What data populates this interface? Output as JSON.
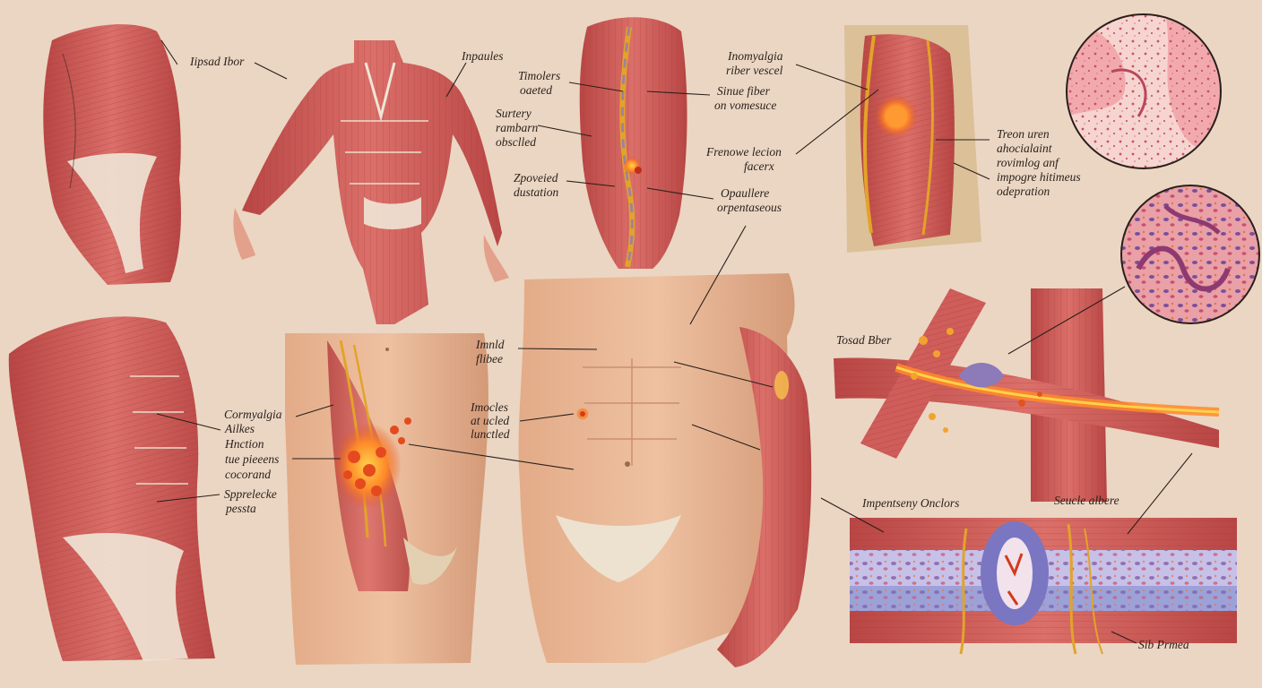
{
  "colors": {
    "background": "#ead6c3",
    "muscle": "#cf5d5a",
    "muscle_dark": "#a83b3b",
    "muscle_light": "#e89a90",
    "tendon": "#efe6d6",
    "skin": "#e9b796",
    "skin_shadow": "#c98d6c",
    "nerve": "#e3a328",
    "inflammation": "#e3531f",
    "vessel_purple": "#8c7bb8",
    "tissue_pink": "#f2a9ae",
    "tissue_dark": "#c75460",
    "label_ink": "#2a1f1a"
  },
  "labels": {
    "l01": {
      "lines": [
        "Iipsad Ibor"
      ]
    },
    "l02": {
      "lines": [
        "Inpaules"
      ]
    },
    "l03": {
      "lines": [
        "Timolers",
        "oaeted"
      ]
    },
    "l04": {
      "lines": [
        "Surtery",
        "rambarn",
        "obsclled"
      ]
    },
    "l05": {
      "lines": [
        "Zpoveied",
        "dustation"
      ]
    },
    "l06": {
      "lines": [
        "Sinue fiber",
        "on vomesuce"
      ]
    },
    "l07": {
      "lines": [
        "Inomyalgia",
        "riber vescel"
      ]
    },
    "l08": {
      "lines": [
        "Frenowe lecion",
        "facerx"
      ]
    },
    "l09": {
      "lines": [
        "Opaullere",
        "orpentaseous"
      ]
    },
    "l10": {
      "lines": [
        "Treon uren",
        "ahocialaint",
        "rovimlog anf",
        "impogre hitimeus",
        "odepration"
      ]
    },
    "l11": {
      "lines": [
        "Tosad Bber"
      ]
    },
    "l12": {
      "lines": [
        "Cormyalgia",
        "Ailkes",
        "Hnction",
        "tue pieeens",
        "cocorand"
      ]
    },
    "l13": {
      "lines": [
        "Spprelecke",
        "pessta"
      ]
    },
    "l14": {
      "lines": [
        "Imnld",
        "flibee"
      ]
    },
    "l15": {
      "lines": [
        "Imocles",
        "at ucled",
        "lunctled"
      ]
    },
    "l16": {
      "lines": [
        "Impentseny Onclors"
      ]
    },
    "l17": {
      "lines": [
        "Seucle albere"
      ]
    },
    "l18": {
      "lines": [
        "Sib Prmea"
      ]
    }
  }
}
